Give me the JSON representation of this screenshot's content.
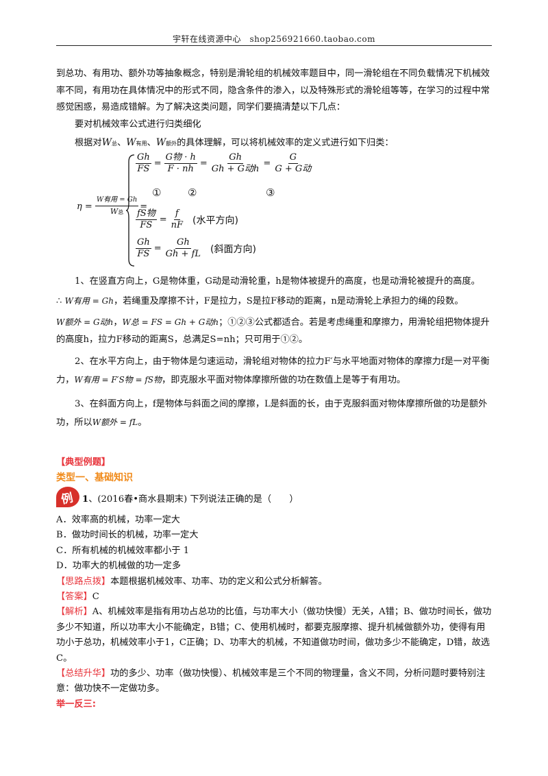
{
  "header": {
    "text": "宇轩在线资源中心　shop256921660.taobao.com"
  },
  "intro": {
    "p1": "到总功、有用功、额外功等抽象概念，特别是滑轮组的机械效率题目中，同一滑轮组在不同负载情况下机械效率不同，有用功在具体情况中的形式不同，隐含条件的渗入，以及特殊形式的滑轮组等等，在学习的过程中常感觉困惑，易造成错解。为了解决这类问题，同学们要搞清楚以下几点：",
    "p2": "要对机械效率公式进行归类细化",
    "p3_pre": "根据对",
    "p3_sep1": "、",
    "p3_sep2": "、",
    "p3_post": "的具体理解，可以将机械效率的定义式进行如下归类："
  },
  "symbols": {
    "w_total": "W",
    "w_total_sub": "总",
    "w_useful": "W",
    "w_useful_sub": "有用",
    "w_extra": "W",
    "w_extra_sub": "额外"
  },
  "formula": {
    "eta": "η =",
    "row1_terms": [
      "Gh",
      "FS",
      "G物 · h",
      "F · nh",
      "Gh",
      "Gh + G动h",
      "G",
      "G + G动"
    ],
    "row1_markers": [
      "①",
      "②",
      "③"
    ],
    "row2_terms": [
      "fS物",
      "FS",
      "f",
      "nF"
    ],
    "row2_note": "(水平方向)",
    "row3_terms": [
      "Gh",
      "FS",
      "Gh",
      "Gh + fL"
    ],
    "row3_note": "(斜面方向)"
  },
  "explain": {
    "item1": "1、在竖直方向上，G是物体重，G动是动滑轮重，h是物体被提升的高度，也是动滑轮被提升的高度。",
    "item1b_pre": "∴",
    "item1b_formula": "W有用 = Gh",
    "item1b_post": "，若绳重及摩擦不计，F是拉力，S是拉F移动的距离，n是动滑轮上承担力的绳的段数。",
    "item1c_f1": "W额外 = G动h",
    "item1c_f2": "W总 = FS = Gh + G动h",
    "item1c_post": "；①②③公式都适合。若是考虑绳重和摩擦力，用滑轮组把物体提升的高度h，拉力F移动的距离S，总满足S=nh；只可用于①②。",
    "item2": "2、在水平方向上，由于物体是匀速运动，滑轮组对物体的拉力F′与水平地面对物体的摩擦力f是一对平衡力，",
    "item2_formula": "W有用 = F′S物 = fS物",
    "item2_post": "，即克服水平面对物体摩擦所做的功在数值上是等于有用功。",
    "item3": "3、在斜面方向上，f是物体与斜面之间的摩擦，L是斜面的长，由于克服斜面对物体摩擦所做的功是额外功，所以",
    "item3_formula": "W额外 = fL",
    "item3_post": "。"
  },
  "examples": {
    "section_title": "【典型例题】",
    "type_title": "类型一、基础知识",
    "badge": "例",
    "q_num": "1",
    "question": "、(2016春•商水县期末) 下列说法正确的是（　　）",
    "options": [
      "A．效率高的机械，功率一定大",
      "B．做功时间长的机械，功率一定大",
      "C．所有机械的机械效率都小于 1",
      "D．功率大的机械做的功一定多"
    ],
    "hint_label": "【思路点拨】",
    "hint": "本题根据机械效率、功率、功的定义和公式分析解答。",
    "answer_label": "【答案】",
    "answer": "C",
    "analysis_label": "【解析】",
    "analysis": "A、机械效率是指有用功占总功的比值，与功率大小（做功快慢）无关，A错；B、做功时间长，做功多少不知道，所以功率大小不能确定，B错；C、使用机械时，都要克服摩擦、提升机械做额外功，使得有用功小于总功，机械效率小于1，C正确；D、功率大的机械，不知道做功时间，做功多少不能确定，D错，故选C。",
    "summary_label": "【总结升华】",
    "summary": "功的多少、功率（做功快慢）、机械效率是三个不同的物理量，含义不同，分析问题时要特别注意：做功快不一定做功多。",
    "practice_label": "举一反三:"
  }
}
